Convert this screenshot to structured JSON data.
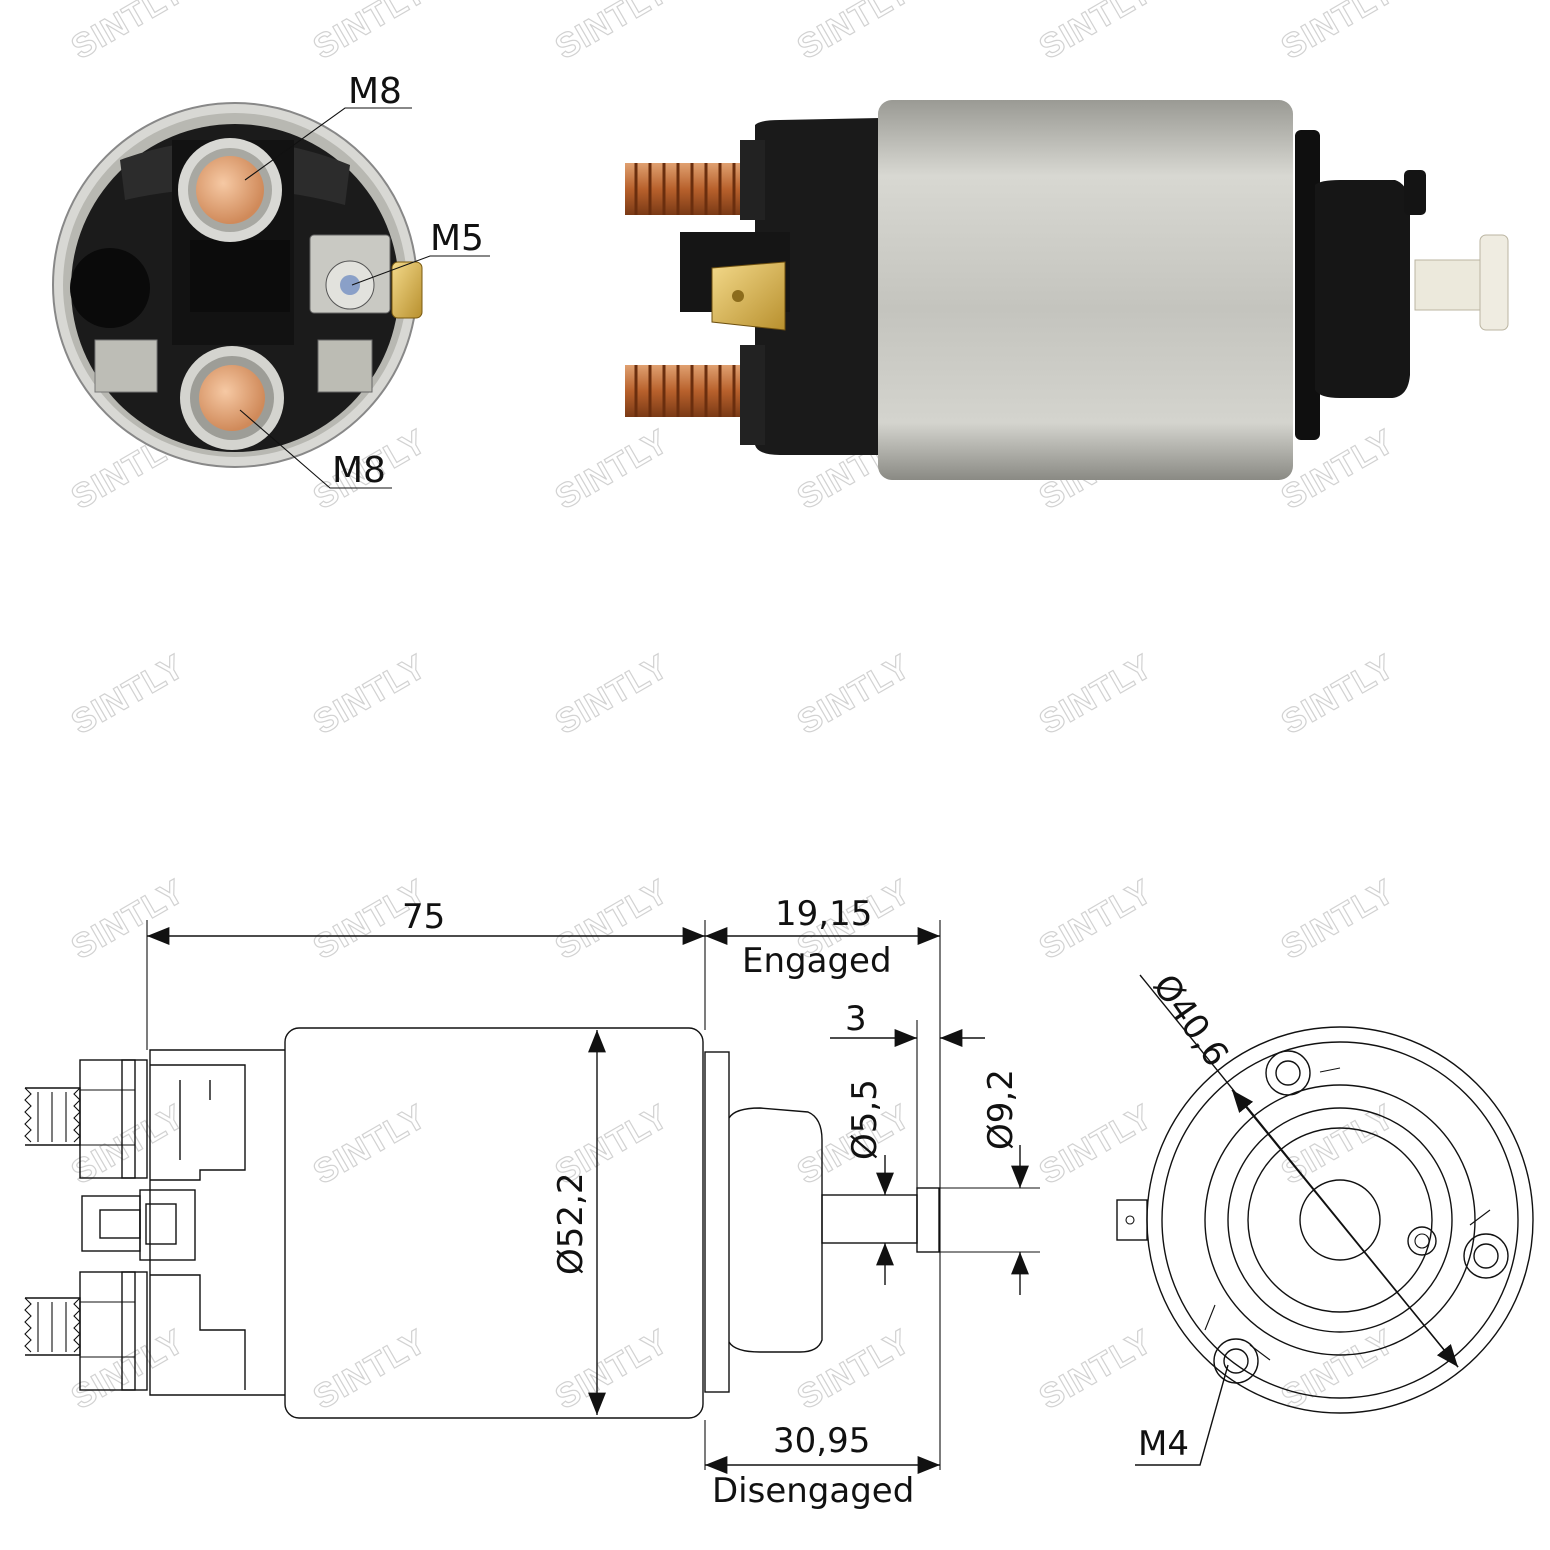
{
  "watermark": "SINTLY",
  "photo_labels": {
    "top_terminal": "M8",
    "side_terminal": "M5",
    "bottom_terminal": "M8"
  },
  "drawing_labels": {
    "body_length": "75",
    "stroke_engaged_value": "19,15",
    "stroke_engaged_text": "Engaged",
    "stroke_disengaged_value": "30,95",
    "stroke_disengaged_text": "Disengaged",
    "plunger_step": "3",
    "plunger_shaft_diameter": "Ø5,5",
    "plunger_head_diameter": "Ø9,2",
    "body_diameter": "Ø52,2",
    "bolt_circle_diameter": "Ø40,6",
    "mount_thread": "M4"
  },
  "colors": {
    "copper": "#c8733f",
    "silver_body": "#c8c8c0",
    "black_cap": "#1a1a1a",
    "plunger": "#f2efe6"
  }
}
